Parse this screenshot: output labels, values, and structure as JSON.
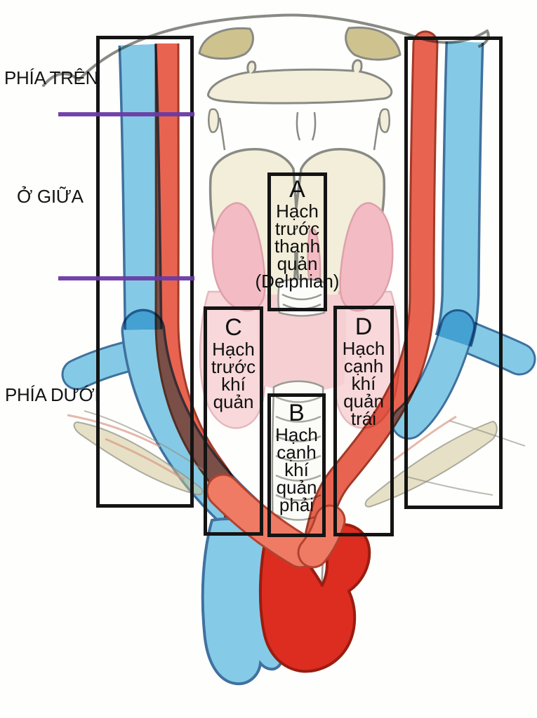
{
  "diagram": {
    "region_labels": [
      {
        "text": "PHÍA TRÊN"
      },
      {
        "text": "Ở GIỮA"
      },
      {
        "text": "PHÍA DƯỚI"
      }
    ],
    "node_boxes": [
      {
        "letter": "A",
        "lines": [
          "Hạch",
          "trước",
          "thanh",
          "quản",
          "(Delphian)"
        ]
      },
      {
        "letter": "B",
        "lines": [
          "Hạch",
          "cạnh",
          "khí",
          "quản",
          "phải"
        ]
      },
      {
        "letter": "C",
        "lines": [
          "Hạch",
          "trước",
          "khí",
          "quản"
        ]
      },
      {
        "letter": "D",
        "lines": [
          "Hạch",
          "cạnh",
          "khí",
          "quản",
          "trái"
        ]
      }
    ],
    "colors": {
      "artery_red": "#e96450",
      "artery_outline": "#a33a28",
      "aorta_red": "#dc2d20",
      "vein_blue": "#85cbe8",
      "vein_outline": "#40719f",
      "innominate_salmon": "#ef7b64",
      "bone_cream": "#f2eeda",
      "gland_tan": "#cec38f",
      "thyroid_pink": "#f3bcc4",
      "node_region_pink": "#f8d8da",
      "divider_purple": "#6a3aa4",
      "box_border_black": "#141414"
    }
  }
}
